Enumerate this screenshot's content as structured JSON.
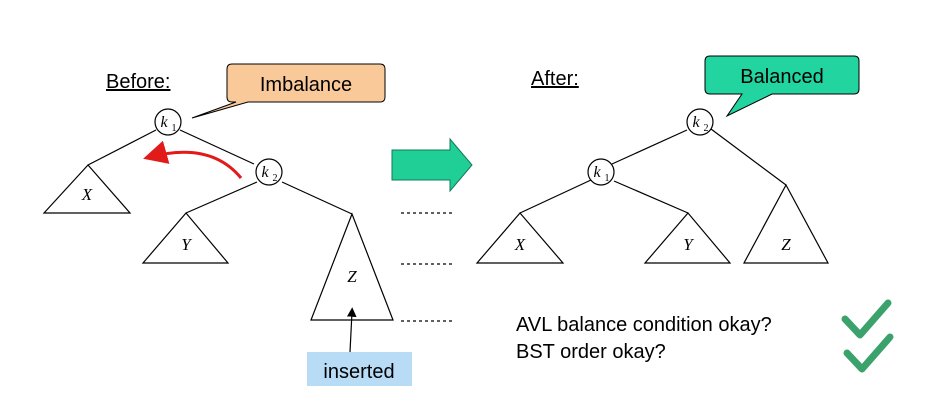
{
  "before": {
    "heading": "Before:",
    "callout": "Imbalance",
    "nodes": {
      "root": "k",
      "root_sub": "1",
      "child": "k",
      "child_sub": "2"
    },
    "subtrees": {
      "left": "X",
      "middle": "Y",
      "right": "Z"
    },
    "inserted_label": "inserted"
  },
  "after": {
    "heading": "After:",
    "callout": "Balanced",
    "nodes": {
      "root": "k",
      "root_sub": "2",
      "child": "k",
      "child_sub": "1"
    },
    "subtrees": {
      "left": "X",
      "middle": "Y",
      "right": "Z"
    }
  },
  "questions": [
    "AVL balance condition okay?",
    "BST order okay?"
  ],
  "colors": {
    "imbalance_fill": "#f9c99a",
    "balanced_fill": "#22d4a0",
    "arrow_fill": "#1fcf95",
    "rotation_arrow": "#e11a1a",
    "inserted_fill": "#b9dcf6",
    "check": "#3aa26a"
  }
}
